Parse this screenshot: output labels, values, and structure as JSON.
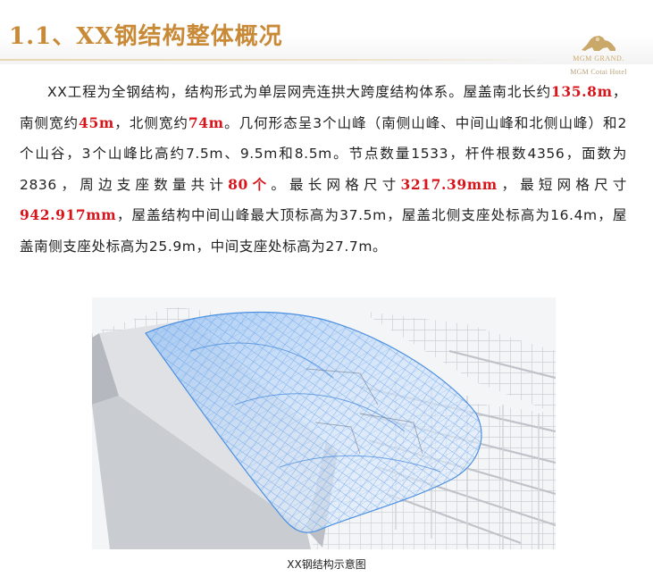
{
  "header": {
    "title": "1.1、XX钢结构整体概况",
    "logo_brand": "MGM GRAND.",
    "logo_sub": "MGM Cotai Hotel"
  },
  "body": {
    "p1": "XX工程为全钢结构，结构形式为单层网壳连拱大跨度结构体系。屋盖南北长约",
    "len": "135.8m",
    "p2": "，南侧宽约",
    "south_w": "45m",
    "p3": "，北侧宽约",
    "north_w": "74m",
    "p4": "。几何形态呈3个山峰（南侧山峰、中间山峰和北侧山峰）和2个山谷，3个山峰比高约7.5m、9.5m和8.5m。节点数量1533，杆件根数4356，面数为2836，周边支座数量共计",
    "supports": "80个",
    "p5": "。最长网格尺寸",
    "max_grid": "3217.39mm",
    "p6": "，最短网格尺寸",
    "min_grid": "942.917mm",
    "p7": "，屋盖结构中间山峰最大顶标高为37.5m，屋盖北侧支座处标高为16.4m，屋盖南侧支座处标高为25.9m，中间支座处标高为27.7m。"
  },
  "figure": {
    "caption": "XX钢结构示意图"
  },
  "colors": {
    "title": "#c98a38",
    "highlight": "#d8141b",
    "shell": "#5b9be8"
  }
}
